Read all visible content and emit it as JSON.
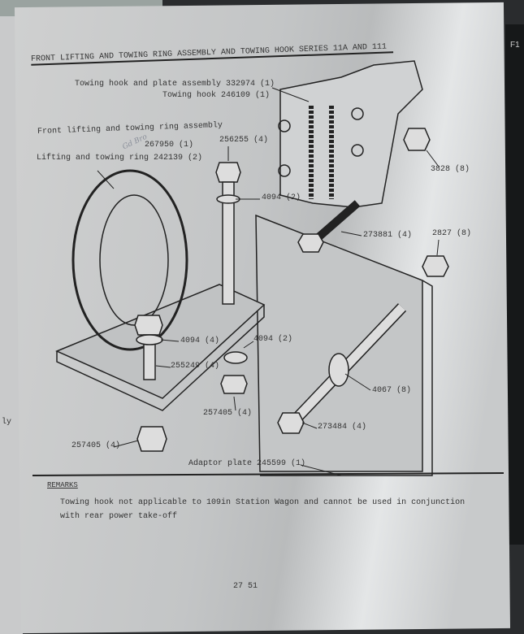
{
  "title": "FRONT LIFTING AND TOWING RING ASSEMBLY AND TOWING HOOK  SERIES 11A AND 111",
  "labels": {
    "towing_hook_plate": "Towing hook and plate assembly  332974 (1)",
    "towing_hook": "Towing hook  246109 (1)",
    "front_ring_assembly": "Front lifting and towing ring assembly",
    "front_ring_assembly_part": "267950 (1)",
    "lifting_ring": "Lifting and towing ring  242139 (2)",
    "handwritten_note": "Gd Bro",
    "p256255": "256255 (4)",
    "p4094a": "4094 (2)",
    "p273881": "273881 (4)",
    "p3828": "3828 (8)",
    "p2827": "2827 (8)",
    "p4094b": "4094 (4)",
    "p4094c": "4094 (2)",
    "p255249": "255249 (4)",
    "p4067": "4067 (8)",
    "p257405a": "257405 (4)",
    "p273484": "273484 (4)",
    "p257405b": "257405 (4)",
    "adaptor_plate": "Adaptor plate  245599 (1)"
  },
  "remarks": {
    "heading": "REMARKS",
    "text": "Towing hook not applicable to 109in Station Wagon and cannot be used in conjunction with rear power take-off"
  },
  "page_number": "27 51",
  "left_page_fragment": "ly",
  "keyboard_key": "F1"
}
